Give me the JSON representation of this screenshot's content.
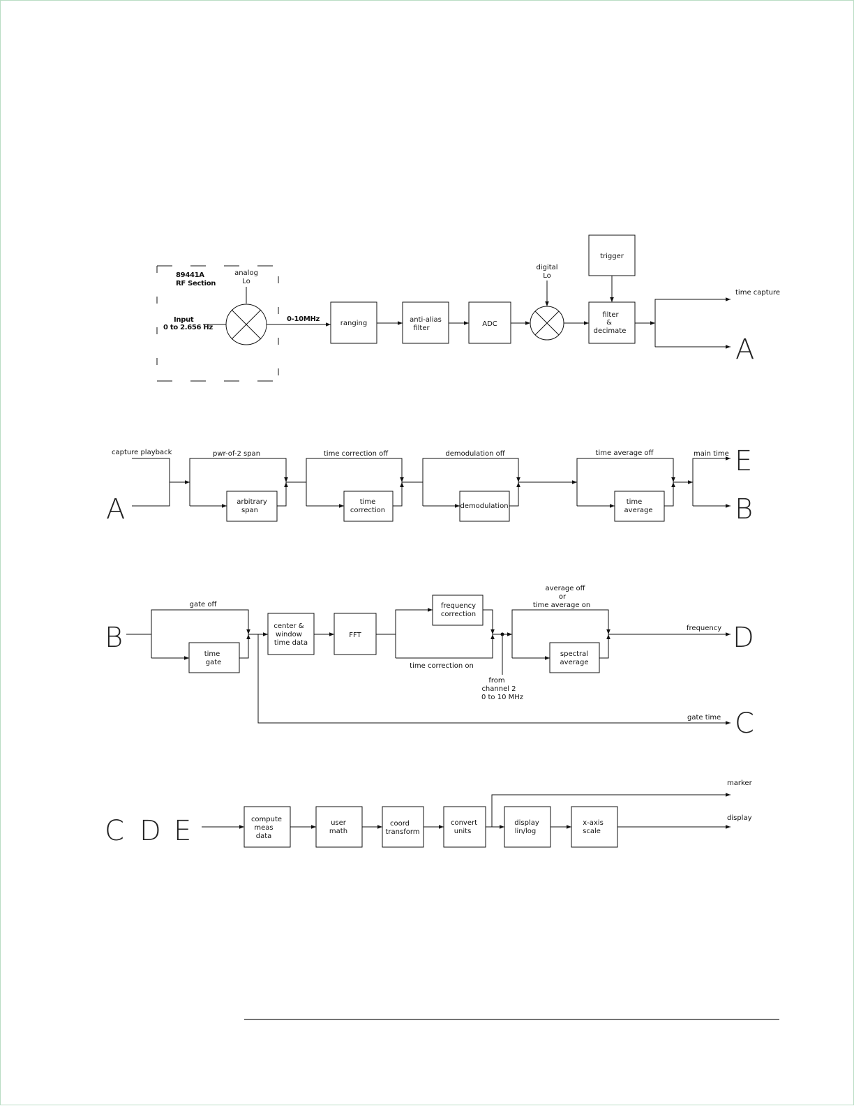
{
  "rf_section": {
    "model": "89441A",
    "name": "RF Section",
    "input_label": "Input",
    "input_range": "0 to 2.656 Hz",
    "analog_lo": [
      "analog",
      "Lo"
    ],
    "if_band": "0-10MHz"
  },
  "row1": {
    "ranging": "ranging",
    "anti_alias": [
      "anti-alias",
      "filter"
    ],
    "adc": "ADC",
    "digital_lo": [
      "digital",
      "Lo"
    ],
    "trigger": "trigger",
    "filter_decimate": [
      "filter",
      "&",
      "decimate"
    ],
    "out_time_capture": "time capture",
    "connector_out": "A"
  },
  "row2": {
    "connector_in": "A",
    "capture_playback": "capture playback",
    "pwr_of_2_span": "pwr-of-2 span",
    "arbitrary_span": [
      "arbitrary",
      "span"
    ],
    "time_correction_off": "time correction off",
    "time_correction": [
      "time",
      "correction"
    ],
    "demodulation_off": "demodulation off",
    "demodulation": "demodulation",
    "time_average_off": "time average off",
    "time_average": [
      "time",
      "average"
    ],
    "main_time": "main time",
    "connector_out_e": "E",
    "connector_out_b": "B"
  },
  "row3": {
    "connector_in": "B",
    "gate_off": "gate off",
    "time_gate": [
      "time",
      "gate"
    ],
    "center_window": [
      "center &",
      "window",
      "time data"
    ],
    "fft": "FFT",
    "frequency_correction": [
      "frequency",
      "correction"
    ],
    "time_correction_on": "time correction on",
    "from_channel_2": [
      "from",
      "channel 2",
      "0  to  10  MHz"
    ],
    "average_off": [
      "average off",
      "or",
      "time average on"
    ],
    "spectral_average": [
      "spectral",
      "average"
    ],
    "out_frequency": "frequency",
    "connector_out_d": "D",
    "out_gate_time": "gate time",
    "connector_out_c": "C"
  },
  "row4": {
    "connectors_in": [
      "C",
      "D",
      "E"
    ],
    "compute_meas": [
      "compute",
      "meas",
      "data"
    ],
    "user_math": [
      "user",
      "math"
    ],
    "coord_transform": [
      "coord",
      "transform"
    ],
    "convert_units": [
      "convert",
      "units"
    ],
    "display_lin_log": [
      "display",
      "lin/log"
    ],
    "x_axis_scale": [
      "x-axis",
      "scale"
    ],
    "out_marker": "marker",
    "out_display": "display"
  }
}
